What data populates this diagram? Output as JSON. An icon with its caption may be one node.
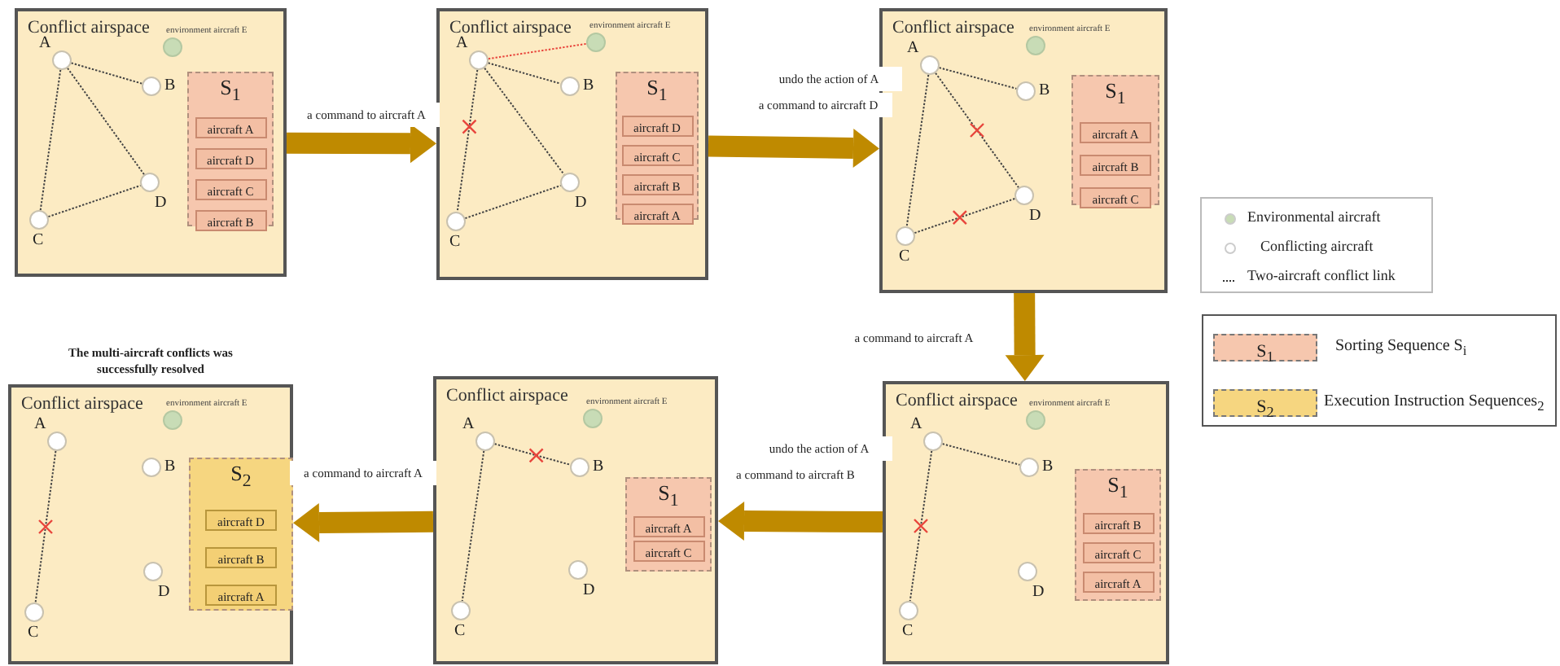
{
  "diagram": {
    "nodes": [
      {
        "text": [
          "Conflict airspace"
        ]
      },
      {
        "text": [],
        "shape": "circle",
        "in": 0,
        "beside": [
          "environment aircraft E"
        ]
      },
      {
        "text": [],
        "shape": "circle",
        "in": 0,
        "beside": [
          "A"
        ]
      },
      {
        "text": [],
        "shape": "circle",
        "in": 0,
        "beside": [
          "B"
        ]
      },
      {
        "text": [],
        "shape": "circle",
        "in": 0,
        "beside": [
          "C"
        ]
      },
      {
        "text": [],
        "shape": "circle",
        "in": 0,
        "beside": [
          "D"
        ]
      },
      {
        "text": [
          "S$_{1}$"
        ],
        "in": 0
      },
      {
        "text": [
          "aircraft A"
        ],
        "in": 6
      },
      {
        "text": [
          "aircraft D"
        ],
        "in": 6
      },
      {
        "text": [
          "aircraft C"
        ],
        "in": 6
      },
      {
        "text": [
          "aircraft B"
        ],
        "in": 6
      },
      {
        "text": [
          "Conflict airspace"
        ]
      },
      {
        "text": [],
        "shape": "circle",
        "in": 11,
        "beside": [
          "environment aircraft E"
        ]
      },
      {
        "text": [],
        "shape": "circle",
        "in": 11,
        "beside": [
          "A"
        ]
      },
      {
        "text": [],
        "shape": "circle",
        "in": 11,
        "beside": [
          "B"
        ]
      },
      {
        "text": [],
        "shape": "circle",
        "in": 11,
        "beside": [
          "C"
        ]
      },
      {
        "text": [],
        "shape": "circle",
        "in": 11,
        "beside": [
          "D"
        ]
      },
      {
        "text": [
          "S$_{1}$"
        ],
        "in": 11
      },
      {
        "text": [
          "aircraft D"
        ],
        "in": 17
      },
      {
        "text": [
          "aircraft C"
        ],
        "in": 17
      },
      {
        "text": [
          "aircraft B"
        ],
        "in": 17
      },
      {
        "text": [
          "aircraft A"
        ],
        "in": 17
      },
      {
        "text": [
          "Conflict airspace"
        ]
      },
      {
        "text": [],
        "shape": "circle",
        "in": 22,
        "beside": [
          "environment aircraft E"
        ]
      },
      {
        "text": [],
        "shape": "circle",
        "in": 22,
        "beside": [
          "A"
        ]
      },
      {
        "text": [],
        "shape": "circle",
        "in": 22,
        "beside": [
          "B"
        ]
      },
      {
        "text": [],
        "shape": "circle",
        "in": 22,
        "beside": [
          "C"
        ]
      },
      {
        "text": [],
        "shape": "circle",
        "in": 22,
        "beside": [
          "D"
        ]
      },
      {
        "text": [
          "S$_{1}$"
        ],
        "in": 22
      },
      {
        "text": [
          "aircraft A"
        ],
        "in": 28
      },
      {
        "text": [
          "aircraft B"
        ],
        "in": 28
      },
      {
        "text": [
          "aircraft C"
        ],
        "in": 28
      },
      {
        "text": [
          "Conflict airspace"
        ]
      },
      {
        "text": [],
        "shape": "circle",
        "in": 32,
        "beside": [
          "environment aircraft E"
        ]
      },
      {
        "text": [],
        "shape": "circle",
        "in": 32,
        "beside": [
          "A"
        ]
      },
      {
        "text": [],
        "shape": "circle",
        "in": 32,
        "beside": [
          "B"
        ]
      },
      {
        "text": [],
        "shape": "circle",
        "in": 32,
        "beside": [
          "C"
        ]
      },
      {
        "text": [],
        "shape": "circle",
        "in": 32,
        "beside": [
          "D"
        ]
      },
      {
        "text": [
          "S$_{1}$"
        ],
        "in": 32
      },
      {
        "text": [
          "aircraft B"
        ],
        "in": 38
      },
      {
        "text": [
          "aircraft C"
        ],
        "in": 38
      },
      {
        "text": [
          "aircraft A"
        ],
        "in": 38
      },
      {
        "text": [
          "Conflict airspace"
        ]
      },
      {
        "text": [],
        "shape": "circle",
        "in": 42,
        "beside": [
          "environment aircraft E"
        ]
      },
      {
        "text": [],
        "shape": "circle",
        "in": 42,
        "beside": [
          "A"
        ]
      },
      {
        "text": [],
        "shape": "circle",
        "in": 42,
        "beside": [
          "B"
        ]
      },
      {
        "text": [],
        "shape": "circle",
        "in": 42,
        "beside": [
          "C"
        ]
      },
      {
        "text": [],
        "shape": "circle",
        "in": 42,
        "beside": [
          "D"
        ]
      },
      {
        "text": [
          "S$_{1}$"
        ],
        "in": 42
      },
      {
        "text": [
          "aircraft A"
        ],
        "in": 48
      },
      {
        "text": [
          "aircraft C"
        ],
        "in": 48
      },
      {
        "text": [
          "Conflict airspace"
        ],
        "beside": [
          "The multi-aircraft conflicts was successfully resolved"
        ]
      },
      {
        "text": [],
        "shape": "circle",
        "in": 51,
        "beside": [
          "environment aircraft E"
        ]
      },
      {
        "text": [],
        "shape": "circle",
        "in": 51,
        "beside": [
          "A"
        ]
      },
      {
        "text": [],
        "shape": "circle",
        "in": 51,
        "beside": [
          "B"
        ]
      },
      {
        "text": [],
        "shape": "circle",
        "in": 51,
        "beside": [
          "C"
        ]
      },
      {
        "text": [],
        "shape": "circle",
        "in": 51,
        "beside": [
          "D"
        ]
      },
      {
        "text": [
          "S$_{2}$"
        ],
        "in": 51
      },
      {
        "text": [
          "aircraft D"
        ],
        "in": 57
      },
      {
        "text": [
          "aircraft B"
        ],
        "in": 57
      },
      {
        "text": [
          "aircraft A"
        ],
        "in": 57
      }
    ],
    "edges": [
      {
        "from": 2,
        "to": 3,
        "arrow": "none",
        "style": "dashed"
      },
      {
        "from": 2,
        "to": 4,
        "arrow": "none",
        "style": "dashed"
      },
      {
        "from": 2,
        "to": 5,
        "arrow": "none",
        "style": "dashed"
      },
      {
        "from": 4,
        "to": 5,
        "arrow": "none",
        "style": "dashed"
      },
      {
        "from": 13,
        "to": 12,
        "arrow": "none",
        "style": "dashed",
        "color": "#e8453c"
      },
      {
        "from": 13,
        "to": 14,
        "arrow": "none",
        "style": "dashed"
      },
      {
        "from": 13,
        "to": 15,
        "arrow": "none",
        "style": "dashed"
      },
      {
        "from": 13,
        "to": 16,
        "arrow": "none",
        "style": "dashed"
      },
      {
        "from": 15,
        "to": 16,
        "arrow": "none",
        "style": "dashed"
      },
      {
        "from": 24,
        "to": 25,
        "arrow": "none",
        "style": "dashed"
      },
      {
        "from": 24,
        "to": 26,
        "arrow": "none",
        "style": "dashed"
      },
      {
        "from": 24,
        "to": 27,
        "arrow": "none",
        "style": "dashed"
      },
      {
        "from": 26,
        "to": 27,
        "arrow": "none",
        "style": "dashed"
      },
      {
        "from": 34,
        "to": 35,
        "arrow": "none",
        "style": "dashed"
      },
      {
        "from": 34,
        "to": 36,
        "arrow": "none",
        "style": "dashed"
      },
      {
        "from": 44,
        "to": 45,
        "arrow": "none",
        "style": "dashed"
      },
      {
        "from": 44,
        "to": 46,
        "arrow": "none",
        "style": "dashed"
      },
      {
        "from": 53,
        "to": 55,
        "arrow": "none",
        "style": "dashed"
      },
      {
        "from": 0,
        "to": 11,
        "arrow": "to",
        "style": "thick",
        "color": "#bf8a00",
        "label": "a command to aircraft A"
      },
      {
        "from": 11,
        "to": 22,
        "arrow": "to",
        "style": "thick",
        "color": "#bf8a00",
        "label": "a command to aircraft D"
      },
      {
        "from": 22,
        "to": 32,
        "arrow": "to",
        "style": "thick",
        "color": "#bf8a00",
        "label": "a command to aircraft A"
      },
      {
        "from": 32,
        "to": 42,
        "arrow": "to",
        "style": "thick",
        "color": "#bf8a00",
        "label": "a command to aircraft B"
      },
      {
        "from": 42,
        "to": 51,
        "arrow": "to",
        "style": "thick",
        "color": "#bf8a00",
        "label": "a command to aircraft A"
      }
    ],
    "labels": [
      "undo the action of A",
      "undo the action of A",
      "S$_{1}$",
      "S$_{2}$"
    ],
    "legend": [
      {
        "text": "Environmental aircraft",
        "color": "#c8dcb6"
      },
      {
        "text": "Conflicting aircraft",
        "color": "#ffffff"
      },
      {
        "text": "Two-aircraft conflict link"
      },
      {
        "text": "Sorting Sequence S$_{i}$",
        "color": "#f6c7ae"
      },
      {
        "text": "Execution Instruction Sequences$_{2}$",
        "color": "#f6d680"
      }
    ]
  }
}
